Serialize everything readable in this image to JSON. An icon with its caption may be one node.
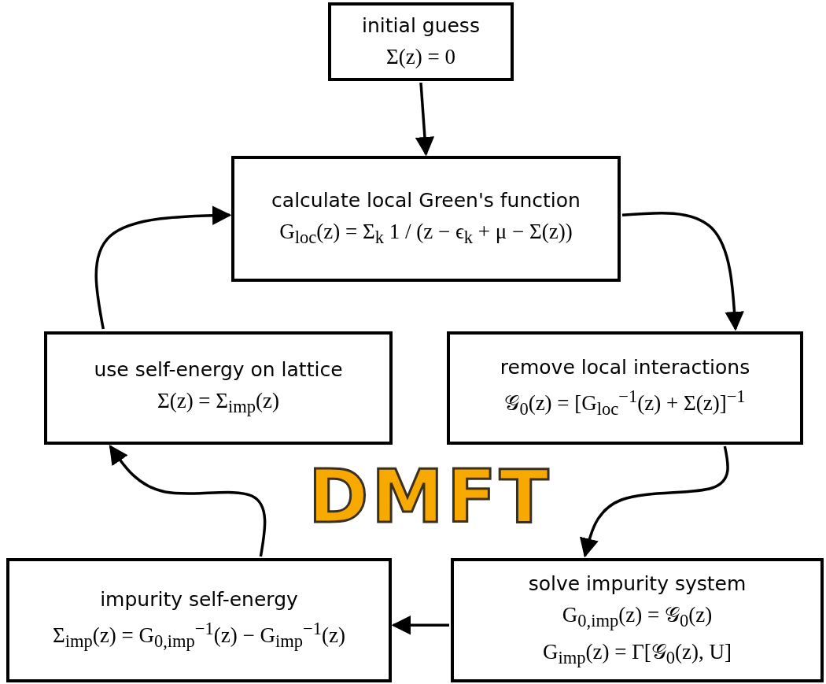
{
  "diagram": {
    "nodes": [
      {
        "text": [
          "initial guess",
          "Σ(z) = 0"
        ]
      },
      {
        "text": [
          "calculate local Green's function",
          "G$_{loc}$(z) = Σ$_{k}$ 1 / (z − ϵ$_{k}$ + μ − Σ(z))"
        ]
      },
      {
        "text": [
          "remove local interactions",
          "𝒢$_{0}$(z) = [G$_{loc}$$^{−1}$(z) + Σ(z)]$^{−1}$"
        ]
      },
      {
        "text": [
          "solve impurity system",
          "G$_{0,imp}$(z) = 𝒢$_{0}$(z)",
          "G$_{imp}$(z) = Γ[𝒢$_{0}$(z), U]"
        ]
      },
      {
        "text": [
          "impurity self-energy",
          "Σ$_{imp}$(z) = G$_{0,imp}$$^{−1}$(z) − G$_{imp}$$^{−1}$(z)"
        ]
      },
      {
        "text": [
          "use self-energy on lattice",
          "Σ(z) = Σ$_{imp}$(z)"
        ]
      }
    ],
    "edges": [
      {
        "from": 0,
        "to": 1,
        "arrow": "to"
      },
      {
        "from": 1,
        "to": 2,
        "arrow": "to"
      },
      {
        "from": 2,
        "to": 3,
        "arrow": "to"
      },
      {
        "from": 3,
        "to": 4,
        "arrow": "to"
      },
      {
        "from": 4,
        "to": 5,
        "arrow": "to"
      },
      {
        "from": 5,
        "to": 1,
        "arrow": "to"
      }
    ],
    "labels": [
      "DMFT"
    ]
  }
}
